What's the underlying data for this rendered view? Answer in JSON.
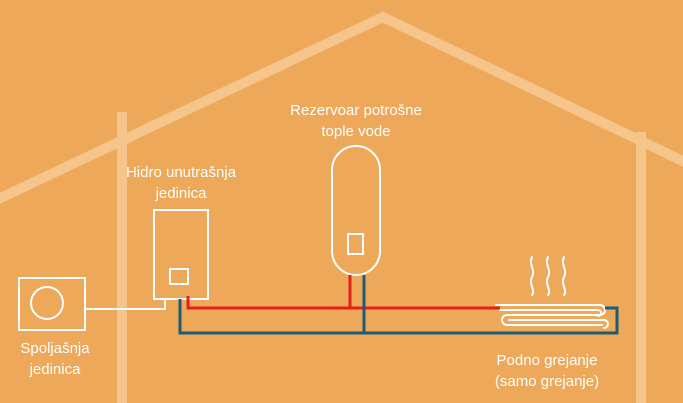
{
  "labels": {
    "tank": {
      "line1": "Rezervoar potrošne",
      "line2": "tople vode"
    },
    "hydro": {
      "line1": "Hidro unutrašnja",
      "line2": "jedinica"
    },
    "outdoor": {
      "line1": "Spoljašnja",
      "line2": "jedinica"
    },
    "floor": {
      "line1": "Podno grejanje",
      "line2": "(samo grejanje)"
    }
  },
  "colors": {
    "background": "#eda85a",
    "house_outline": "#f6c58c",
    "device_outline": "#ffffff",
    "hot_pipe": "#e32119",
    "return_pipe": "#1e5b74"
  },
  "icons": [
    "house-outline",
    "outdoor-unit-icon",
    "hydro-unit-icon",
    "water-tank-icon",
    "floor-heating-coil-icon",
    "heat-waves-icon"
  ]
}
